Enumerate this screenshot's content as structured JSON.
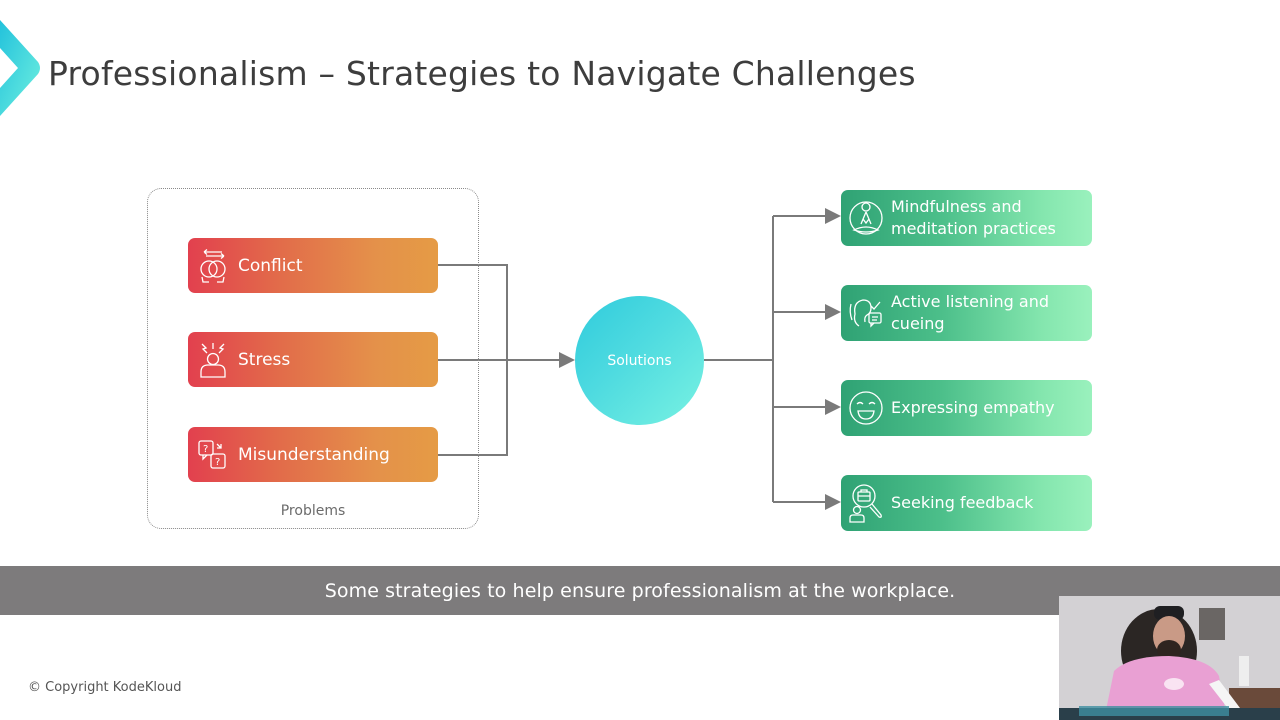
{
  "slide": {
    "title": "Professionalism – Strategies to Navigate Challenges",
    "brand_colors": {
      "accent_teal": "#2fcbdc",
      "problem_gradient_start": "#e2404e",
      "problem_gradient_end": "#e59b45",
      "solution_gradient_start": "#2fa274",
      "solution_gradient_end": "#9af1bd",
      "connector": "#7a7a7a"
    }
  },
  "diagram": {
    "problems_group_label": "Problems",
    "problems": [
      {
        "label": "Conflict",
        "icon": "conflict-heads-icon"
      },
      {
        "label": "Stress",
        "icon": "stressed-person-icon"
      },
      {
        "label": "Misunderstanding",
        "icon": "question-bubbles-icon"
      }
    ],
    "hub_label": "Solutions",
    "solutions": [
      {
        "label": "Mindfulness and meditation practices",
        "icon": "meditation-icon"
      },
      {
        "label": "Active listening and cueing",
        "icon": "ear-listening-icon"
      },
      {
        "label": "Expressing empathy",
        "icon": "smiling-face-icon"
      },
      {
        "label": "Seeking feedback",
        "icon": "feedback-search-icon"
      }
    ]
  },
  "caption": {
    "text": "Some strategies to help ensure professionalism at the workplace."
  },
  "footer": {
    "copyright": "© Copyright KodeKloud"
  },
  "webcam": {
    "description": "presenter-video-overlay"
  }
}
